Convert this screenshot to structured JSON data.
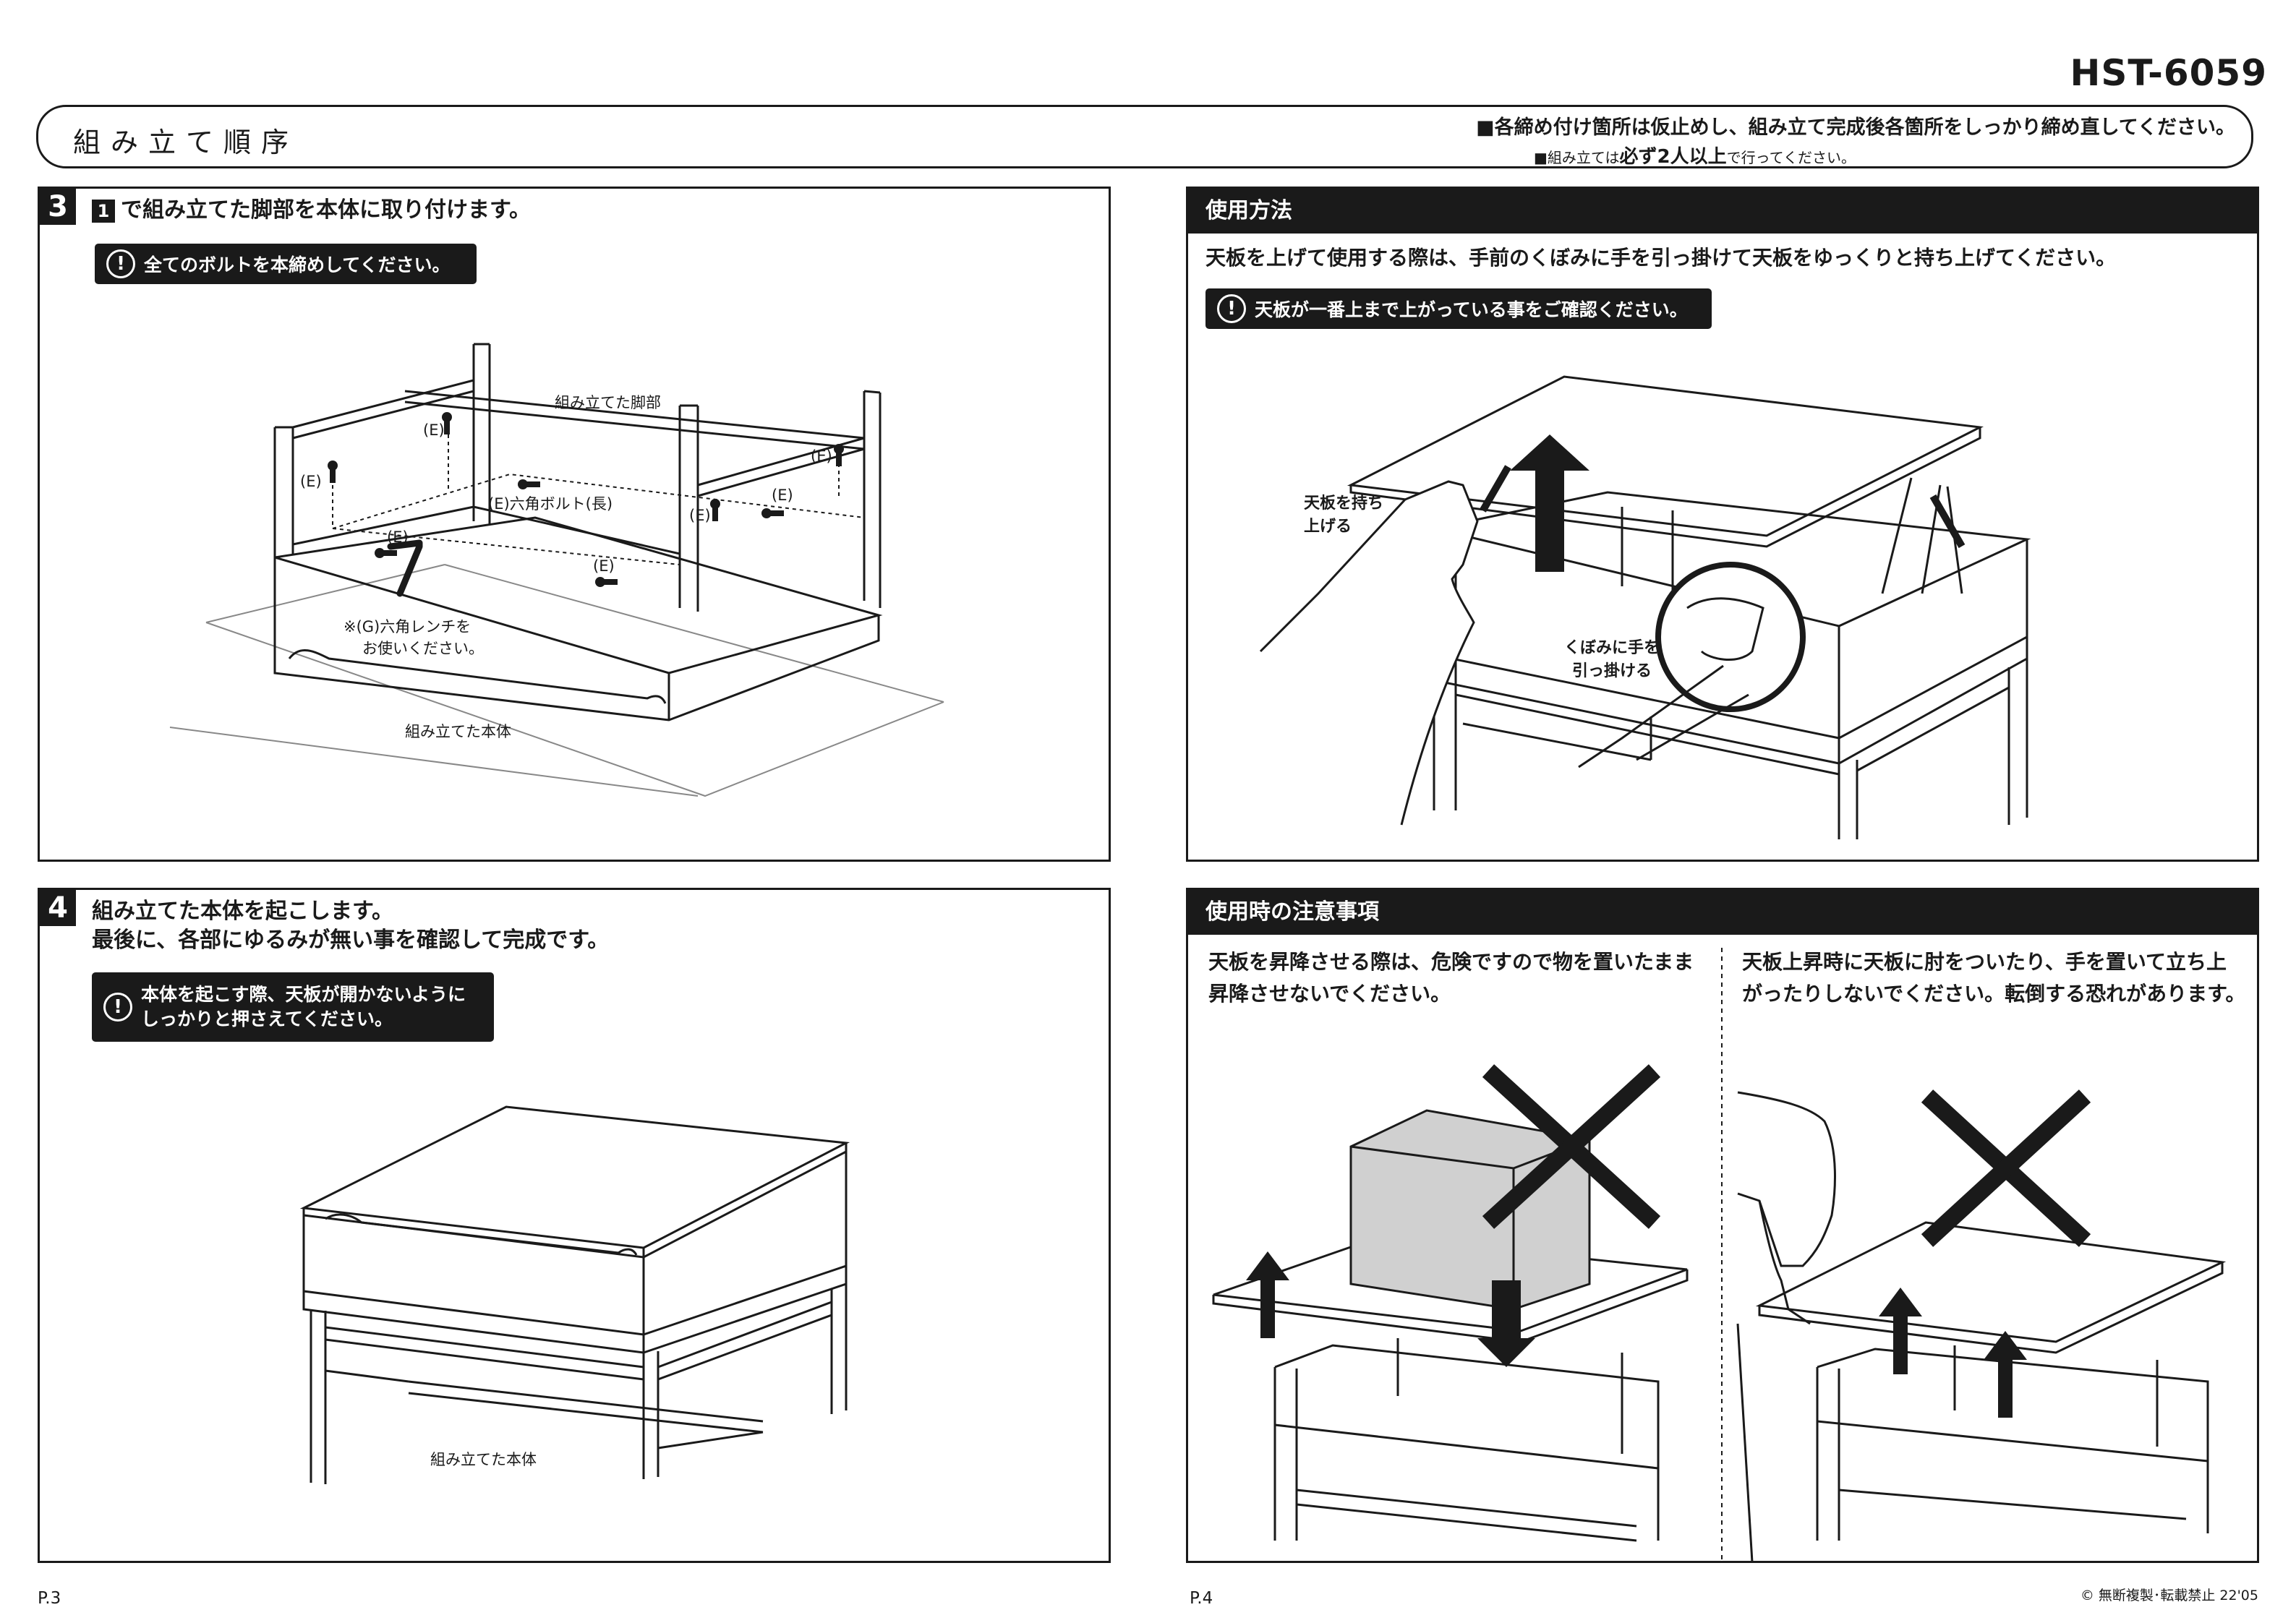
{
  "header": {
    "model": "HST-6059",
    "section_title": "組み立て順序",
    "note_1": "■各締め付け箇所は仮止めし、組み立て完成後各箇所をしっかり締め直してください。",
    "note_2_prefix": "■組み立ては",
    "note_2_bold": "必ず2人以上",
    "note_2_suffix": "で行ってください。"
  },
  "step3": {
    "number": "3",
    "ref_number": "1",
    "title": "で組み立てた脚部を本体に取り付けます。",
    "warning": "全てのボルトを本締めしてください。",
    "labels": {
      "legs": "組み立てた脚部",
      "e": "(E)",
      "hex_bolt": "(E)六角ボルト(長)",
      "wrench_1": "※(G)六角レンチを",
      "wrench_2": "お使いください。",
      "body": "組み立てた本体"
    }
  },
  "step4": {
    "number": "4",
    "title_line1": "組み立てた本体を起こします。",
    "title_line2": "最後に、各部にゆるみが無い事を確認して完成です。",
    "warning_line1": "本体を起こす際、天板が開かないように",
    "warning_line2": "しっかりと押さえてください。",
    "label_body": "組み立てた本体"
  },
  "usage": {
    "heading": "使用方法",
    "text": "天板を上げて使用する際は、手前のくぼみに手を引っ掛けて天板をゆっくりと持ち上げてください。",
    "warning": "天板が一番上まで上がっている事をご確認ください。",
    "label_lift_1": "天板を持ち",
    "label_lift_2": "上げる",
    "label_hook_1": "くぼみに手を",
    "label_hook_2": "引っ掛ける"
  },
  "caution": {
    "heading": "使用時の注意事項",
    "left_line1": "天板を昇降させる際は、危険ですので物を置いたまま",
    "left_line2": "昇降させないでください。",
    "right_line1": "天板上昇時に天板に肘をついたり、手を置いて立ち上",
    "right_line2": "がったりしないでください。転倒する恐れがあります。"
  },
  "footer": {
    "page_left": "P.3",
    "page_right": "P.4",
    "copyright": "© 無断複製･転載禁止  22'05"
  },
  "icons": {
    "warning": "exclamation-circle-icon",
    "prohibited": "x-mark-icon",
    "up": "up-arrow-icon",
    "down": "down-arrow-icon"
  }
}
